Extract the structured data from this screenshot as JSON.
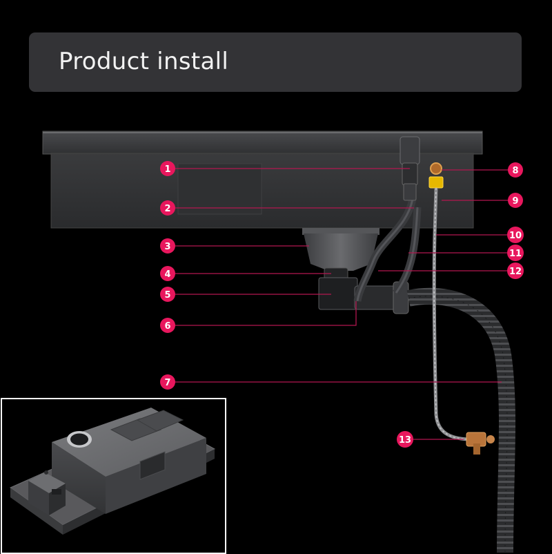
{
  "header": {
    "title": "Product install"
  },
  "colors": {
    "background": "#000000",
    "banner": "#333336",
    "callout": "#e8175d",
    "leader_line": "#b3174f",
    "inset_border": "#ffffff"
  },
  "callouts": [
    {
      "number": "1"
    },
    {
      "number": "2"
    },
    {
      "number": "3"
    },
    {
      "number": "4"
    },
    {
      "number": "5"
    },
    {
      "number": "6"
    },
    {
      "number": "7"
    },
    {
      "number": "8"
    },
    {
      "number": "9"
    },
    {
      "number": "10"
    },
    {
      "number": "11"
    },
    {
      "number": "12"
    },
    {
      "number": "13"
    }
  ]
}
